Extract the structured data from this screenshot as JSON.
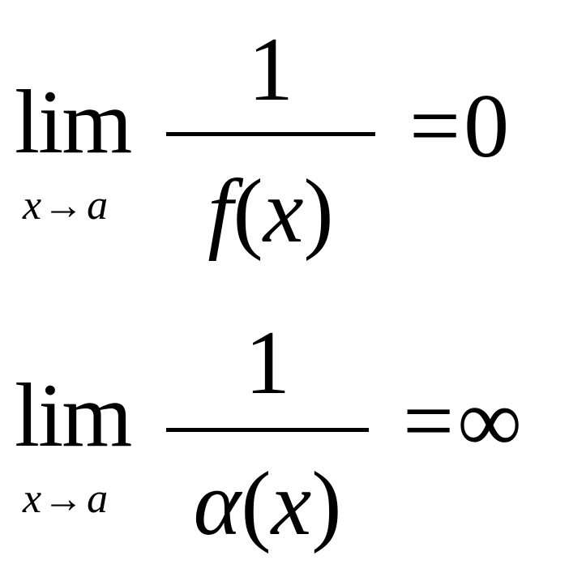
{
  "equations": [
    {
      "lim": "lim",
      "sub_var": "x",
      "sub_arrow": "→",
      "sub_target": "a",
      "numerator": "1",
      "denominator": {
        "function": "f",
        "open_paren": "(",
        "argument": "x",
        "close_paren": ")"
      },
      "equals": "=",
      "result": "0"
    },
    {
      "lim": "lim",
      "sub_var": "x",
      "sub_arrow": "→",
      "sub_target": "a",
      "numerator": "1",
      "denominator": {
        "function": "α",
        "open_paren": "(",
        "argument": "x",
        "close_paren": ")"
      },
      "equals": "=",
      "result": "∞"
    }
  ]
}
